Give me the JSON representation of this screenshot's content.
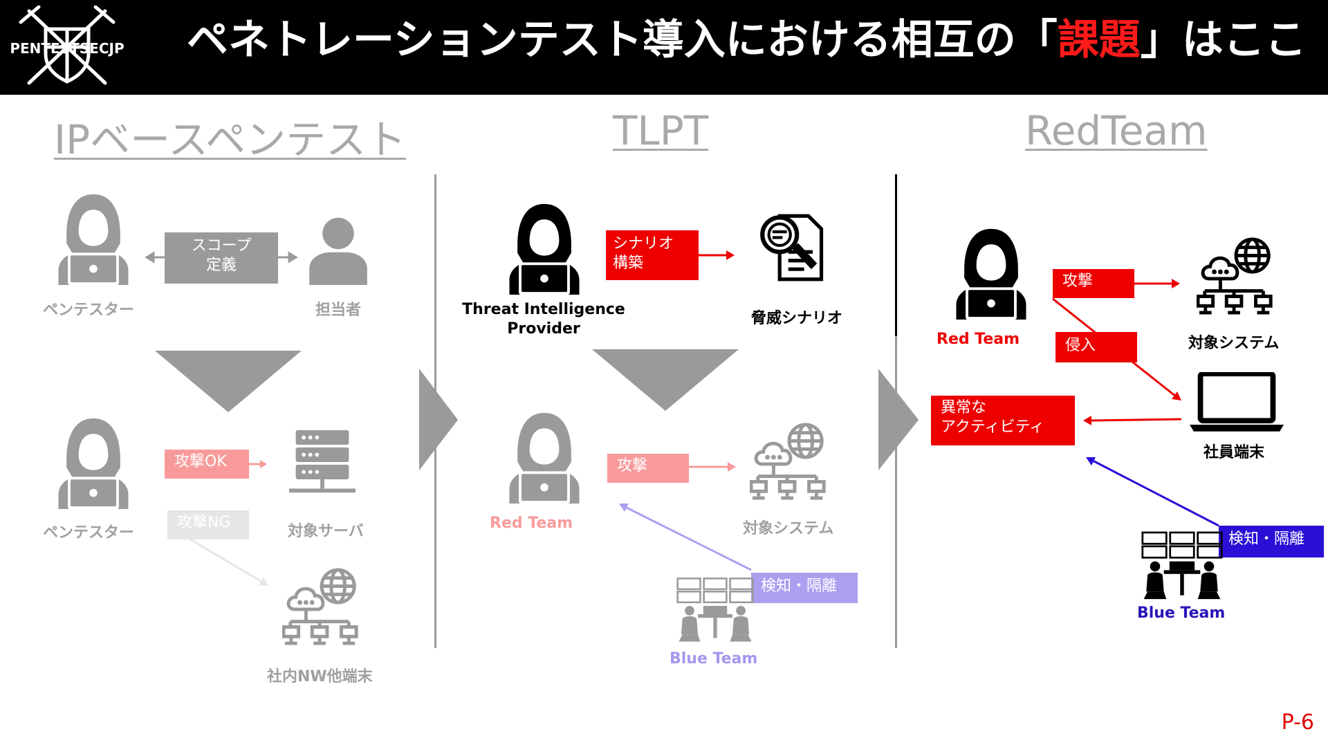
{
  "header": {
    "logo_text": "PENTESTSECJP",
    "title_pre": "ペネトレーションテスト導入における相互の「",
    "title_highlight": "課題",
    "title_post": "」はここ"
  },
  "sections": {
    "ip": {
      "title": "IPベースペンテスト"
    },
    "tlpt": {
      "title": "TLPT"
    },
    "redteam": {
      "title": "RedTeam"
    }
  },
  "ip": {
    "pentester_top_label": "ペンテスター",
    "person_label": "担当者",
    "scope_label_1": "スコープ",
    "scope_label_2": "定義",
    "pentester_bottom_label": "ペンテスター",
    "attack_ok_label": "攻撃OK",
    "attack_ng_label": "攻撃NG",
    "target_server_label": "対象サーバ",
    "internal_nw_label": "社内NW他端末"
  },
  "tlpt": {
    "provider_label_1": "Threat Intelligence",
    "provider_label_2": "Provider",
    "scenario_box_1": "シナリオ",
    "scenario_box_2": "構築",
    "threat_scenario_label": "脅威シナリオ",
    "redteam_label": "Red Team",
    "attack_label": "攻撃",
    "target_system_label": "対象システム",
    "detect_label": "検知・隔離",
    "blueteam_label": "Blue Team"
  },
  "redteam": {
    "redteam_label": "Red Team",
    "attack_label": "攻撃",
    "intrude_label": "侵入",
    "target_system_label": "対象システム",
    "employee_terminal_label": "社員端末",
    "anomaly_label_1": "異常な",
    "anomaly_label_2": "アクティビティ",
    "detect_label": "検知・隔離",
    "blueteam_label": "Blue Team"
  },
  "page_number": "P-6",
  "colors": {
    "red": "#ee0000",
    "light_red": "#f89a9a",
    "gray": "#9a9a9a",
    "light_gray": "#dedede",
    "blue": "#2a0fd6",
    "light_blue": "#ad9ff0",
    "blue_text": "#2a16b8",
    "light_blue_text": "#a797ee"
  }
}
